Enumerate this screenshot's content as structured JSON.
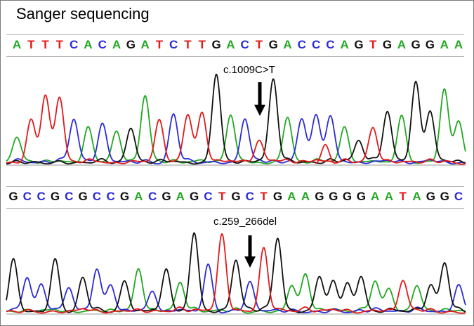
{
  "title": "Sanger sequencing",
  "base_colors": {
    "A": "#22a822",
    "C": "#2b2bd8",
    "G": "#111111",
    "T": "#e11a1a"
  },
  "panels": [
    {
      "sequence": "ATTTCACAGATCTTGACTGACCCAGTGAGGAA",
      "mutation_label": "c.1009C>T",
      "arrow_icon": "down-arrow-icon",
      "peak_levels": [
        0.3,
        0.48,
        0.76,
        0.74,
        0.5,
        0.4,
        0.44,
        0.36,
        0.4,
        0.76,
        0.48,
        0.55,
        0.55,
        0.56,
        1.0,
        0.54,
        0.5,
        0.25,
        0.94,
        0.52,
        0.5,
        0.53,
        0.53,
        0.4,
        0.26,
        0.4,
        0.58,
        0.53,
        0.9,
        0.58,
        0.82,
        0.48
      ]
    },
    {
      "sequence": "GCCGCGCCGACGAGCTGCTGAAGGGGAATAGGC",
      "mutation_label": "c.259_266del",
      "arrow_icon": "down-arrow-icon",
      "peak_levels": [
        0.58,
        0.38,
        0.3,
        0.58,
        0.27,
        0.38,
        0.48,
        0.3,
        0.34,
        0.48,
        0.23,
        0.47,
        0.33,
        0.88,
        0.52,
        0.85,
        0.58,
        0.33,
        0.7,
        0.82,
        0.3,
        0.42,
        0.4,
        0.34,
        0.32,
        0.4,
        0.35,
        0.26,
        0.35,
        0.3,
        0.3,
        0.55,
        0.3
      ]
    }
  ]
}
